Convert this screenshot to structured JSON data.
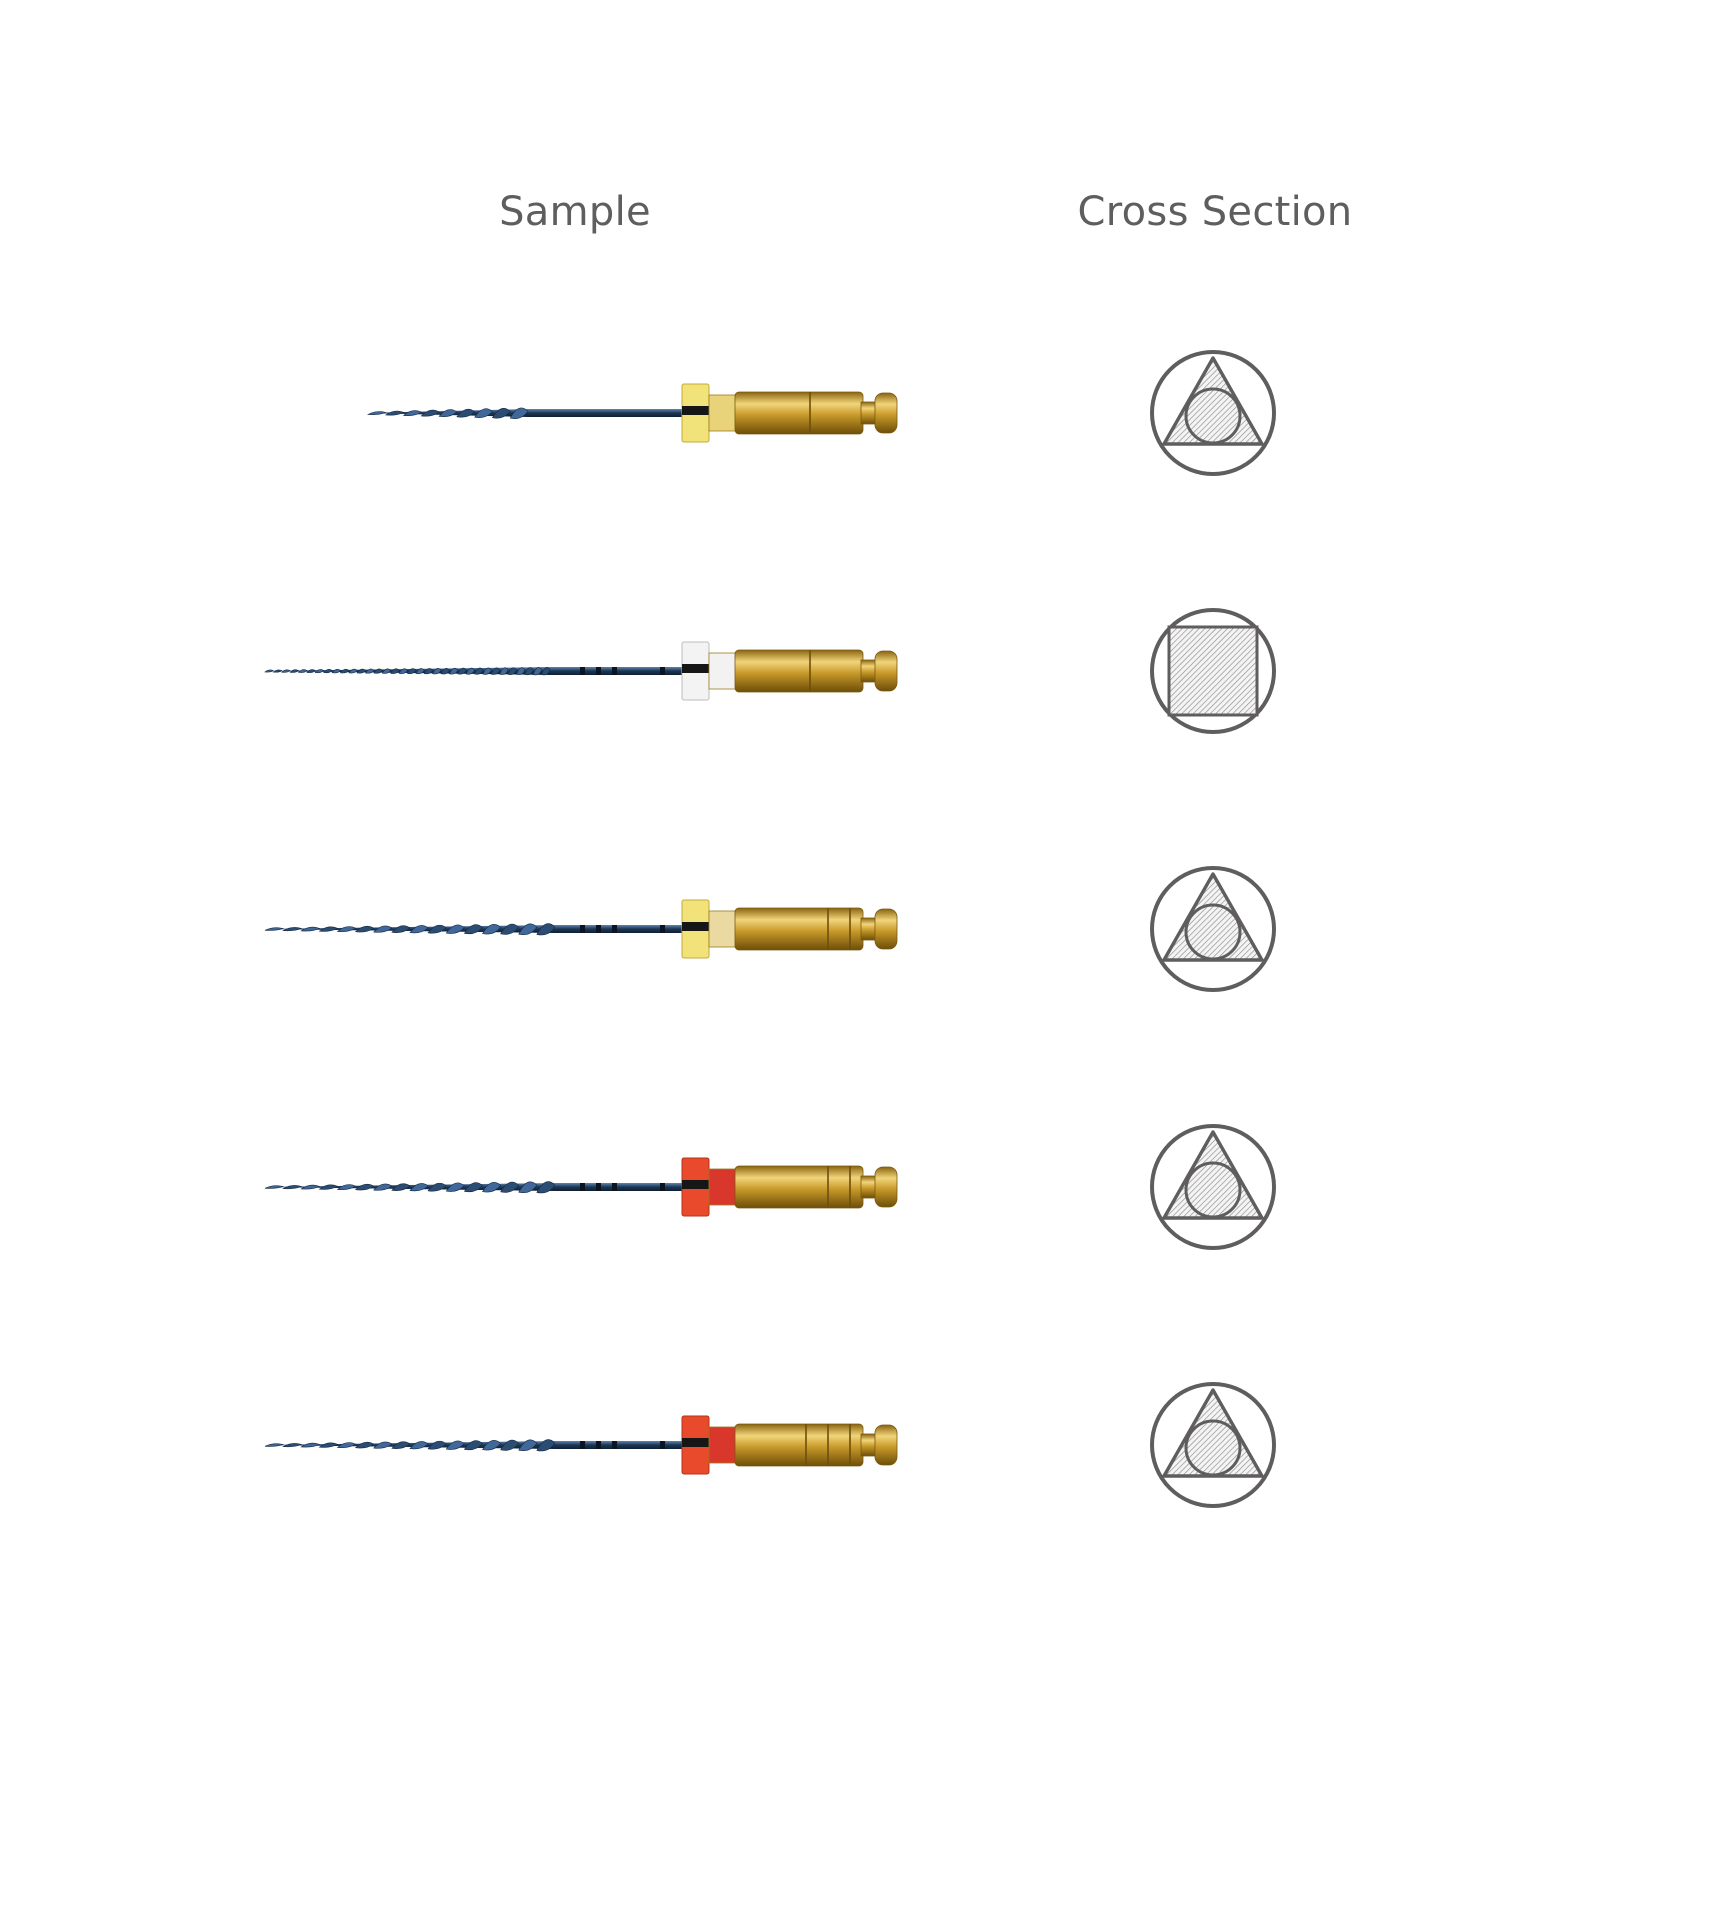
{
  "headers": {
    "sample": "Sample",
    "cross_section": "Cross Section"
  },
  "rows": [
    {
      "stopper_color": "#f2e27a",
      "stopper_edge": "#c4a93a",
      "collar_color": "#e8d37a",
      "handle_grooves": 1,
      "shaft_marks": false,
      "flute_style": "short",
      "cross_section": "triangle-circle",
      "cross_section_icon": "triangle-in-circle-icon"
    },
    {
      "stopper_color": "#f3f3f3",
      "stopper_edge": "#bdbdbd",
      "collar_color": "#f2f2f2",
      "handle_grooves": 1,
      "shaft_marks": true,
      "flute_style": "long-fine",
      "cross_section": "square",
      "cross_section_icon": "square-in-circle-icon"
    },
    {
      "stopper_color": "#f2e27a",
      "stopper_edge": "#c4a93a",
      "collar_color": "#ead9a0",
      "handle_grooves": 2,
      "shaft_marks": true,
      "flute_style": "long",
      "cross_section": "triangle-circle",
      "cross_section_icon": "triangle-in-circle-icon"
    },
    {
      "stopper_color": "#e84a2b",
      "stopper_edge": "#b3341b",
      "collar_color": "#d9372b",
      "handle_grooves": 2,
      "shaft_marks": true,
      "flute_style": "long",
      "cross_section": "triangle-circle",
      "cross_section_icon": "triangle-in-circle-icon"
    },
    {
      "stopper_color": "#e84a2b",
      "stopper_edge": "#b3341b",
      "collar_color": "#d9372b",
      "handle_grooves": 3,
      "shaft_marks": true,
      "flute_style": "long",
      "cross_section": "triangle-circle",
      "cross_section_icon": "triangle-in-circle-icon"
    }
  ],
  "colors": {
    "header_text": "#5e5e5e",
    "icon_stroke": "#5f5d5d",
    "blade_dark": "#1d3552",
    "blade_light": "#5b86b6",
    "gold_dark": "#8a6410",
    "gold_light": "#f1d57a"
  }
}
